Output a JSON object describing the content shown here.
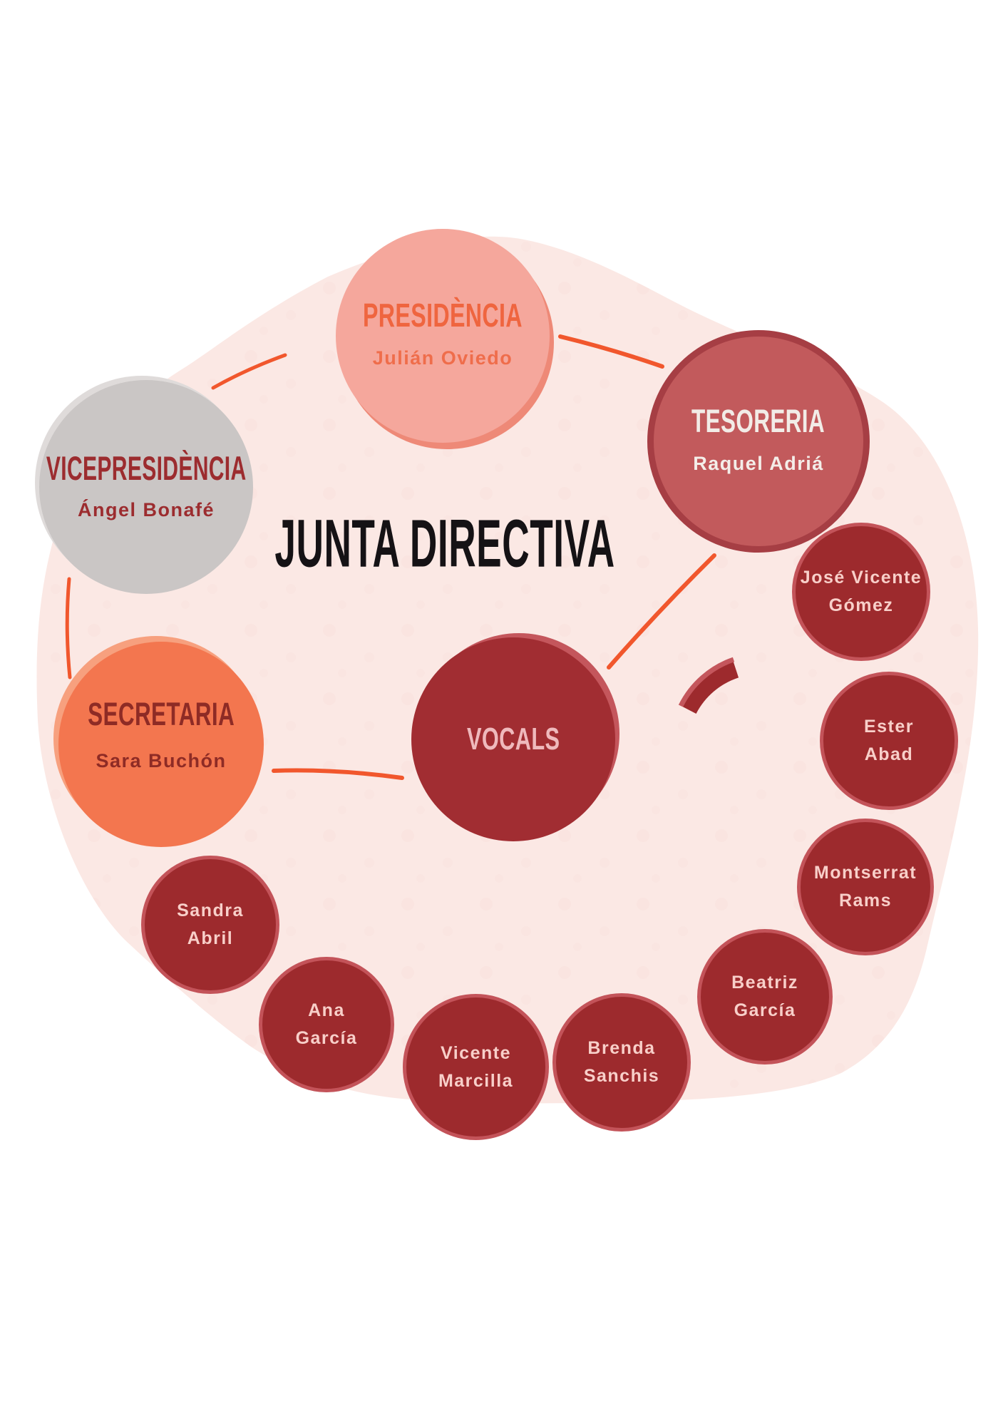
{
  "title": "JUNTA DIRECTIVA",
  "nodes": {
    "presidencia": {
      "role": "PRESIDÈNCIA",
      "person": "Julián Oviedo"
    },
    "tesoreria": {
      "role": "TESORERIA",
      "person": "Raquel Adriá"
    },
    "vicepresidencia": {
      "role": "VICEPRESIDÈNCIA",
      "person": "Ángel Bonafé"
    },
    "secretaria": {
      "role": "SECRETARIA",
      "person": "Sara Buchón"
    },
    "vocals": {
      "role": "VOCALS"
    }
  },
  "members": [
    {
      "line1": "José Vicente",
      "line2": "Gómez"
    },
    {
      "line1": "Ester",
      "line2": "Abad"
    },
    {
      "line1": "Montserrat",
      "line2": "Rams"
    },
    {
      "line1": "Beatriz",
      "line2": "García"
    },
    {
      "line1": "Brenda",
      "line2": "Sanchis"
    },
    {
      "line1": "Vicente",
      "line2": "Marcilla"
    },
    {
      "line1": "Ana",
      "line2": "García"
    },
    {
      "line1": "Sandra",
      "line2": "Abril"
    }
  ],
  "colors": {
    "background": "#FFFFFF",
    "blob": "#FBE8E4",
    "connector_orange": "#F1572D",
    "title_black": "#151215",
    "presidencia_fill": "#F5A79C",
    "presidencia_text": "#EF653F",
    "tesoreria_fill": "#C25A5C",
    "tesoreria_ring": "#A63E44",
    "vicepresidencia_fill": "#CAC6C5",
    "dark_red_text": "#9C2C2F",
    "secretaria_fill": "#F3764F",
    "secretaria_text": "#8E2B25",
    "vocals_fill": "#A12D32",
    "member_fill": "#9D2A2D",
    "member_ring": "#C35359",
    "member_text": "#F8CFC9"
  }
}
